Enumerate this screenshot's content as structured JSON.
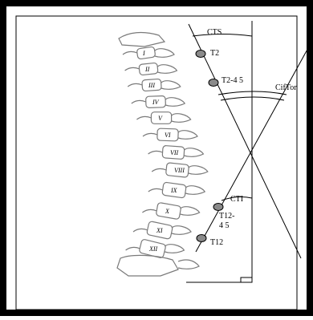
{
  "labels": {
    "cts": "CTS",
    "cif_tor": "CifTor",
    "cti": "CTI",
    "t2": "T2",
    "t2_45": "T2-4 5",
    "t12_45_line1": "T12-",
    "t12_45_line2": "4 5",
    "t12": "T12"
  },
  "vertebra_labels": [
    "I",
    "II",
    "III",
    "IV",
    "V",
    "VI",
    "VII",
    "VIII",
    "IX",
    "X",
    "XI",
    "XII"
  ],
  "colors": {
    "frame": "#000000",
    "line": "#000000",
    "marker_fill": "#8a8a8a",
    "sketch": "#7a7a7a"
  }
}
